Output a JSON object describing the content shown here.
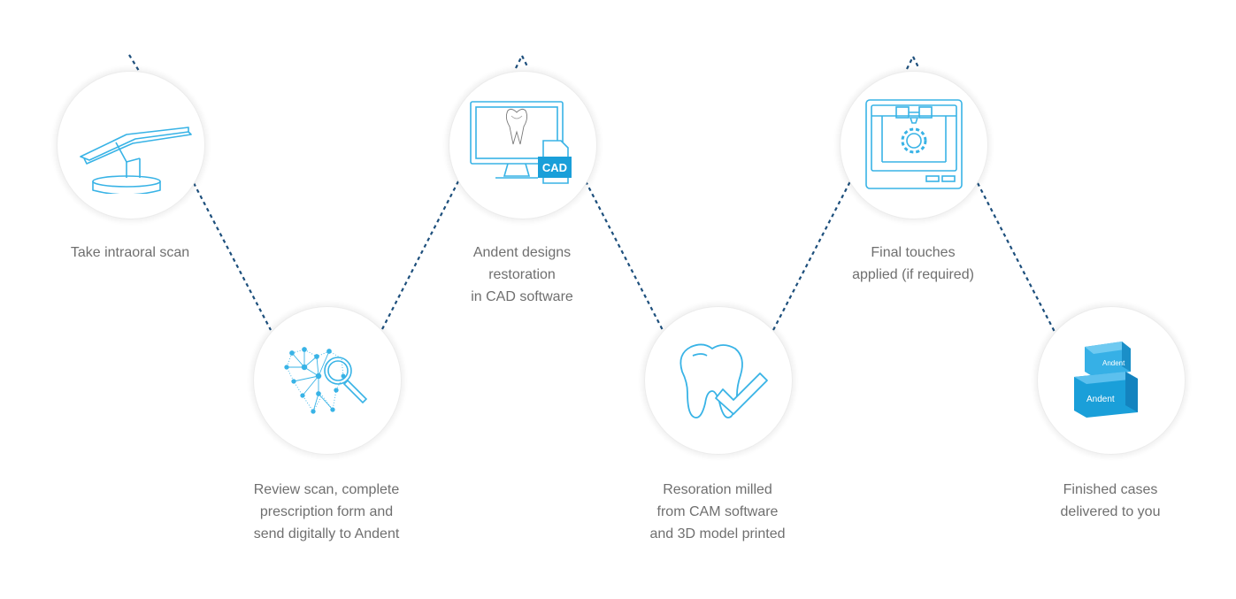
{
  "steps": [
    {
      "label": "Take intraoral scan",
      "icon": "intraoral-scanner-icon"
    },
    {
      "label": "Review scan, complete\nprescription form and\nsend digitally to Andent",
      "icon": "tooth-magnifier-icon"
    },
    {
      "label": "Andent designs\nrestoration\nin CAD software",
      "icon": "cad-monitor-icon",
      "badge": "CAD"
    },
    {
      "label": "Resoration milled\nfrom CAM software\nand 3D model printed",
      "icon": "tooth-check-icon"
    },
    {
      "label": "Final touches\napplied (if required)",
      "icon": "3d-printer-icon"
    },
    {
      "label": "Finished cases\ndelivered to you",
      "icon": "andent-boxes-icon",
      "brand": "Andent"
    }
  ],
  "colors": {
    "line": "#1d4f7c",
    "icon": "#38b3e6",
    "text": "#6f6f6f",
    "box": "#1a9fd9"
  }
}
